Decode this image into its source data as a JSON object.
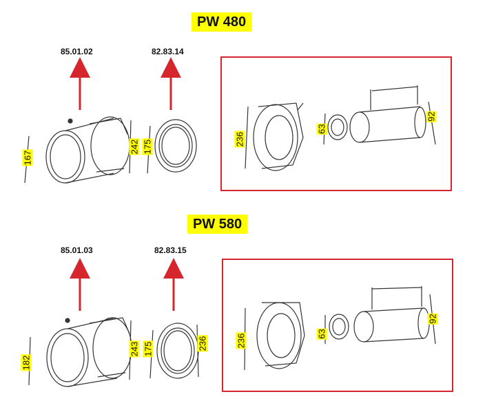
{
  "colors": {
    "arrow": "#d6262d",
    "label_bg": "#ffff00",
    "frame": "#d6262d",
    "line": "#333333"
  },
  "sections": [
    {
      "model": "PW 480",
      "left_part_code": "85.01.02",
      "right_part_code": "82.83.14",
      "adapter_height": "167",
      "adapter_diameter": "242",
      "ring_diameter": "175",
      "ring_outer": "",
      "kit_flange": "236",
      "kit_small": "63",
      "kit_pipe": "92"
    },
    {
      "model": "PW 580",
      "left_part_code": "85.01.03",
      "right_part_code": "82.83.15",
      "adapter_height": "182",
      "adapter_diameter": "243",
      "ring_diameter": "175",
      "ring_outer": "236",
      "kit_flange": "236",
      "kit_small": "63",
      "kit_pipe": "92"
    }
  ]
}
